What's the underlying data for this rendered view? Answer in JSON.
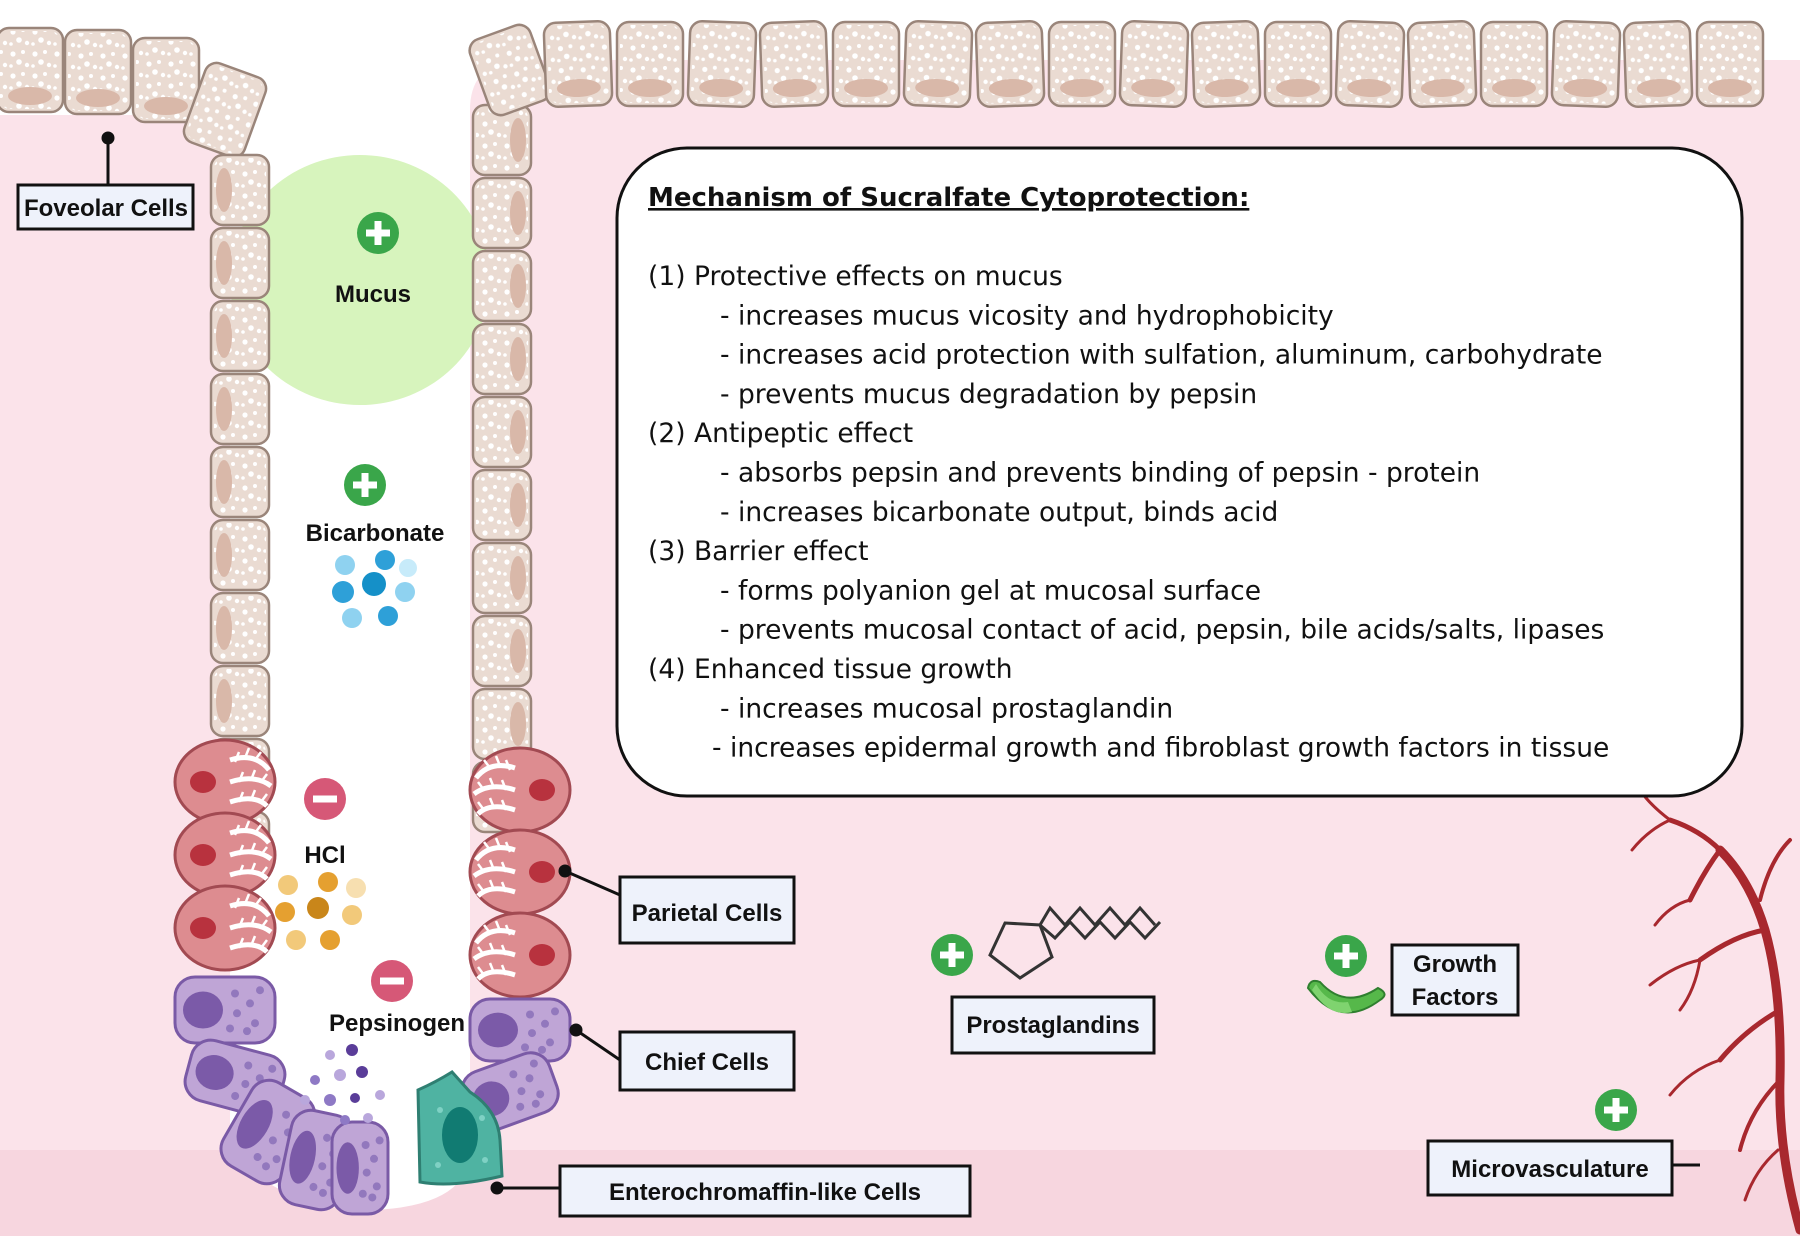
{
  "labels": {
    "foveolar": "Foveolar Cells",
    "mucus": "Mucus",
    "bicarbonate": "Bicarbonate",
    "hcl": "HCl",
    "pepsinogen": "Pepsinogen",
    "parietal": "Parietal Cells",
    "chief": "Chief Cells",
    "ecl": "Enterochromaffin-like Cells",
    "prostaglandins": "Prostaglandins",
    "growth_1": "Growth",
    "growth_2": "Factors",
    "microvasculature": "Microvasculature"
  },
  "mechanism": {
    "title": "Mechanism of Sucralfate Cytoprotection:",
    "lines": [
      "(1) Protective effects on mucus",
      "-  increases mucus vicosity and hydrophobicity",
      "-  increases acid protection with sulfation, aluminum, carbohydrate",
      "-  prevents mucus degradation by pepsin",
      "(2) Antipeptic effect",
      "- absorbs pepsin and prevents binding of pepsin - protein",
      "- increases bicarbonate output, binds acid",
      "(3) Barrier effect",
      "- forms polyanion gel at mucosal surface",
      "- prevents mucosal contact of acid, pepsin, bile acids/salts, lipases",
      "(4) Enhanced tissue growth",
      "- increases mucosal prostaglandin",
      "- increases epidermal growth and fibroblast growth factors in tissue"
    ]
  },
  "colors": {
    "tissue": "#fbe3ea",
    "foveolar_cell": "#eadbd2",
    "mucus": "#d7f4bd",
    "parietal_cell": "#dd8c90",
    "chief_cell": "#bfa5d6",
    "ecl_cell": "#4fb3a2",
    "plus": "#3aa64a",
    "minus": "#d65877",
    "vessel": "#a8282e"
  }
}
